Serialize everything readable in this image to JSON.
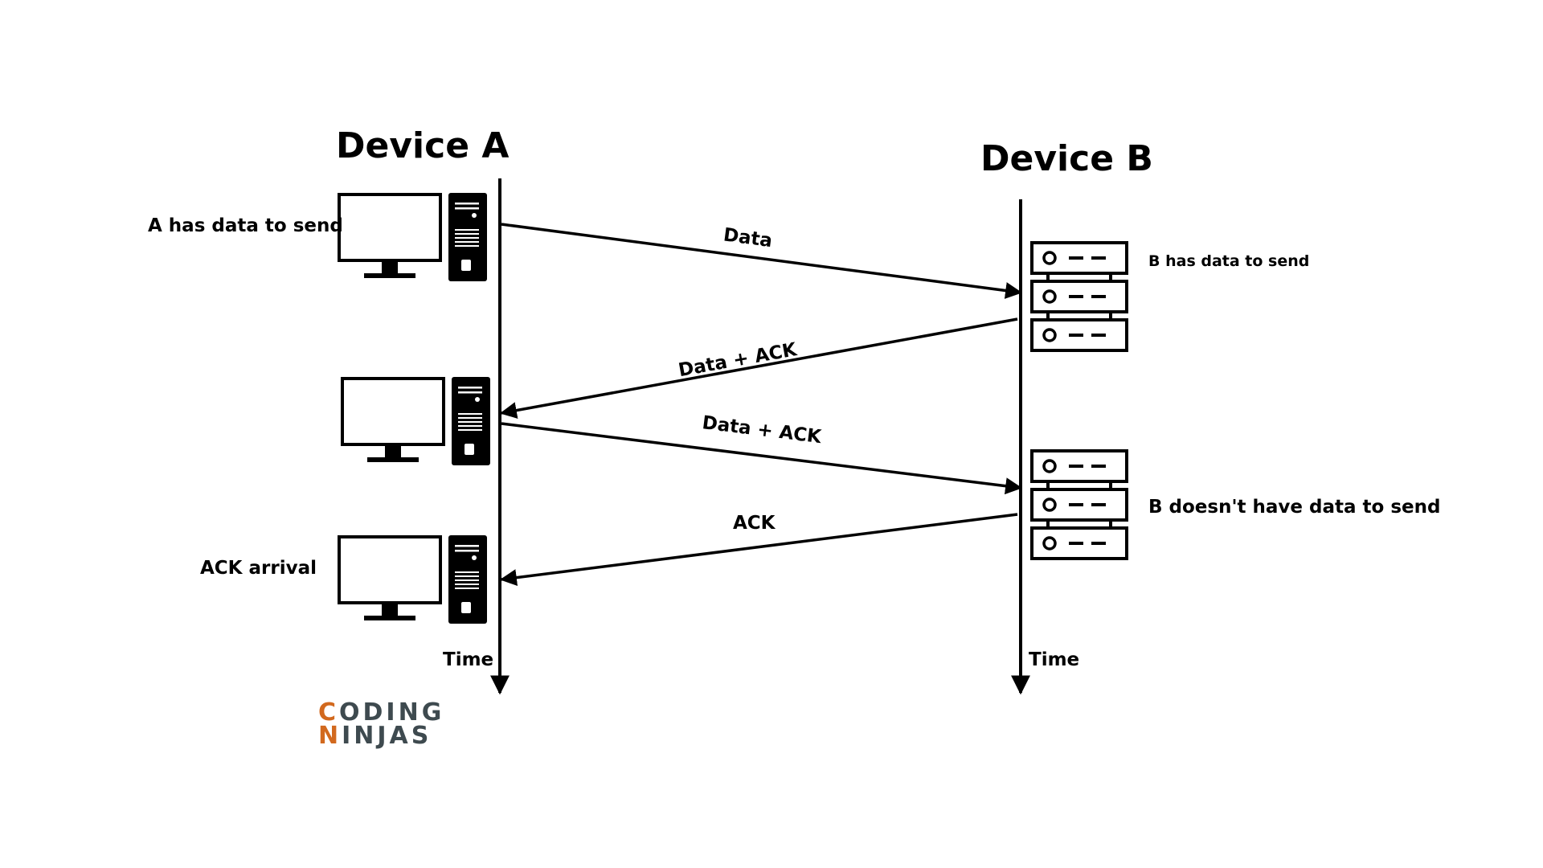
{
  "titles": {
    "device_a": "Device A",
    "device_b": "Device B"
  },
  "device_a_events": {
    "has_data": "A has data to send",
    "ack_arrival": "ACK arrival"
  },
  "device_b_events": {
    "has_data": "B has data to send",
    "no_data": "B doesn't have data to send"
  },
  "messages": [
    {
      "label": "Data",
      "from": "Device A",
      "to": "Device B"
    },
    {
      "label": "Data + ACK",
      "from": "Device B",
      "to": "Device A"
    },
    {
      "label": "Data + ACK",
      "from": "Device A",
      "to": "Device B"
    },
    {
      "label": "ACK",
      "from": "Device B",
      "to": "Device A"
    }
  ],
  "axis": {
    "time_a": "Time",
    "time_b": "Time"
  },
  "logo": {
    "line1": "CODING",
    "line2": "NINJAS",
    "colors": {
      "accent": "#d2691e",
      "dark": "#3e4a4f"
    }
  },
  "icons": {
    "client": "desktop-computer-icon",
    "server": "server-rack-icon"
  }
}
